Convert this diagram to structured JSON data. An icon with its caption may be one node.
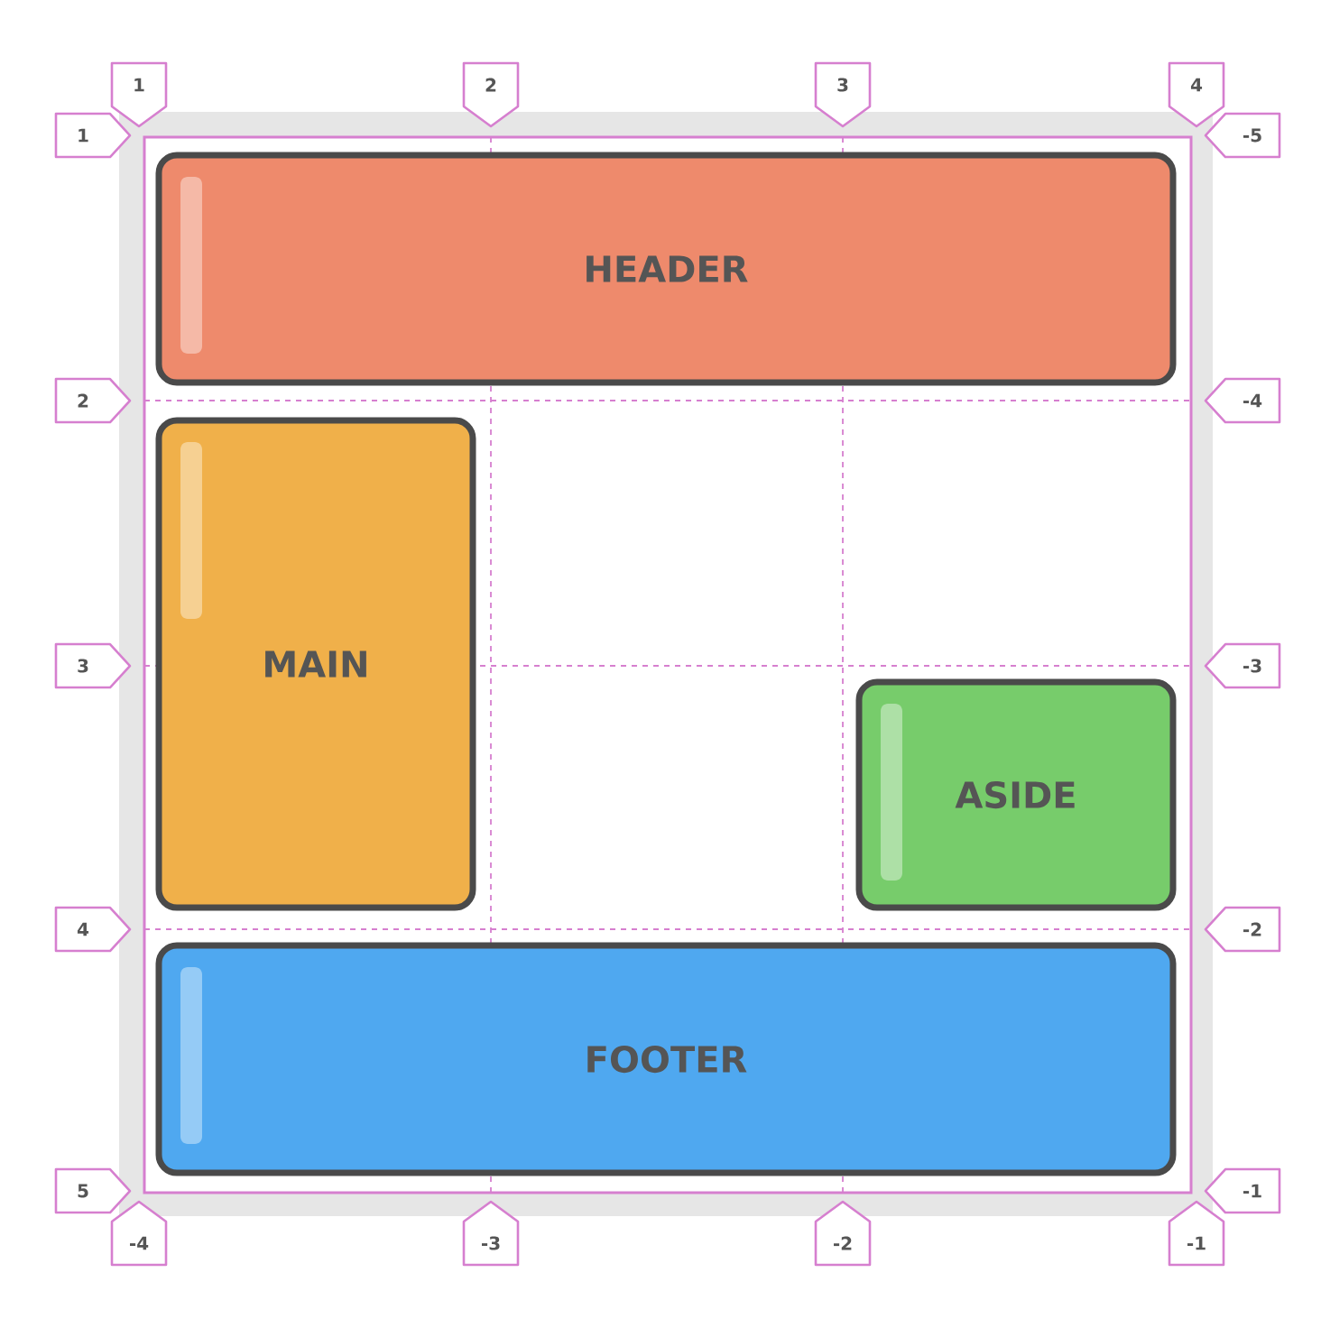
{
  "diagram": {
    "nodes": [
      {
        "text": [
          "HEADER"
        ]
      },
      {
        "text": [
          "MAIN"
        ]
      },
      {
        "text": [
          "ASIDE"
        ]
      },
      {
        "text": [
          "FOOTER"
        ]
      }
    ],
    "labels": [
      "1",
      "2",
      "3",
      "4",
      "1",
      "-5",
      "2",
      "-4",
      "3",
      "-3",
      "4",
      "-2",
      "5",
      "-1",
      "-4",
      "-3",
      "-2",
      "-1"
    ]
  }
}
